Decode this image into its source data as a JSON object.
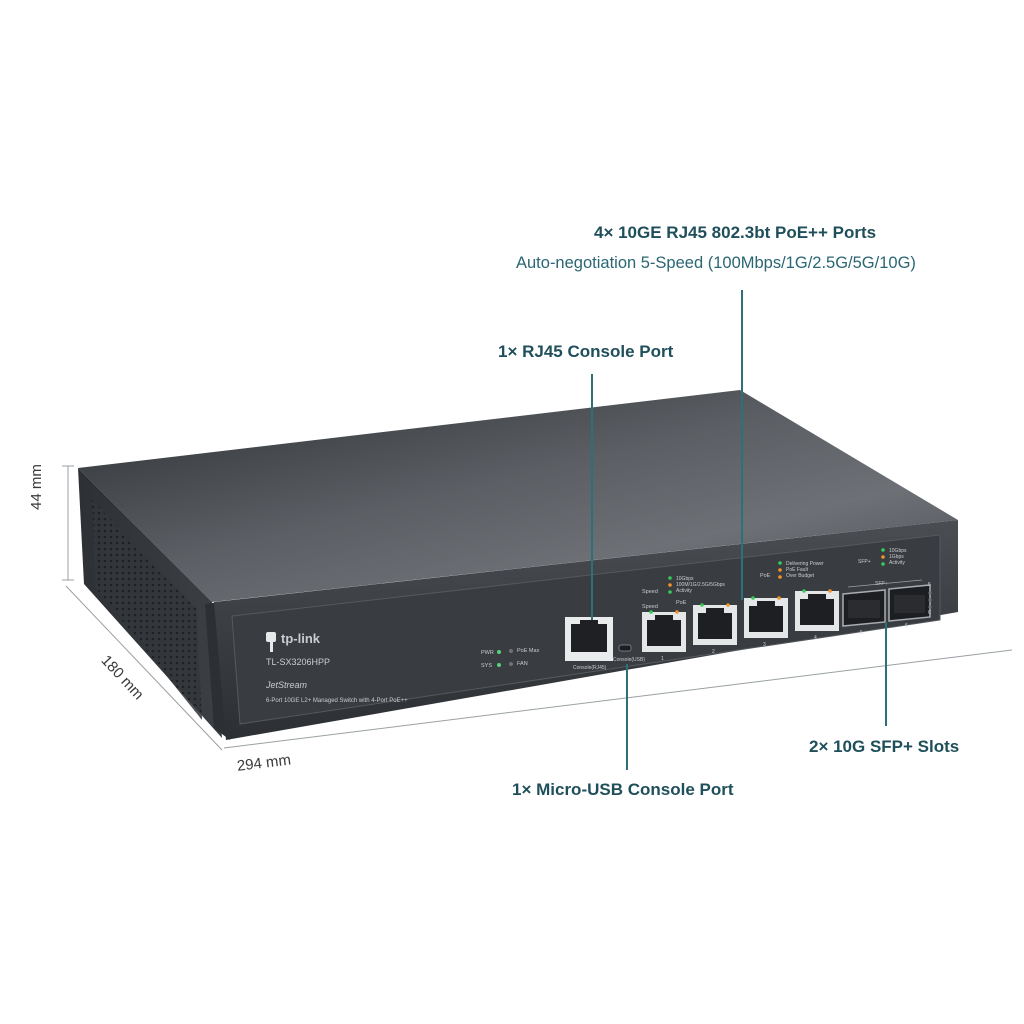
{
  "callouts": {
    "poe_ports": {
      "title": "4× 10GE RJ45 802.3bt PoE++ Ports",
      "subtitle": "Auto-negotiation 5-Speed (100Mbps/1G/2.5G/5G/10G)"
    },
    "console_rj45": {
      "title": "1× RJ45 Console Port"
    },
    "sfp_slots": {
      "title": "2× 10G SFP+ Slots"
    },
    "console_usb": {
      "title": "1× Micro-USB Console Port"
    }
  },
  "dimensions": {
    "height": "44 mm",
    "depth": "180 mm",
    "width": "294 mm"
  },
  "device": {
    "brand": "tp-link",
    "model": "TL-SX3206HPP",
    "series": "JetStream",
    "description": "6-Port 10GE L2+ Managed Switch with 4-Port PoE++",
    "leds": {
      "pwr": "PWR",
      "sys": "SYS",
      "poe_max": "PoE Max",
      "fan": "FAN"
    },
    "console_rj45_label": "Console(RJ45)",
    "console_usb_label": "Console(USB)",
    "speed_legend": {
      "label": "Speed",
      "items": [
        "10Gbps",
        "100M/1G/2.5G/5Gbps",
        "Activity"
      ]
    },
    "poe_legend": {
      "label": "PoE",
      "items": [
        "Delivering Power",
        "PoE Fault",
        "Over Budget"
      ]
    },
    "sfp_legend": {
      "label": "SFP+",
      "items": [
        "10Gbps",
        "1Gbps",
        "Activity"
      ]
    },
    "port_led_labels": {
      "speed": "Speed",
      "poe": "PoE"
    },
    "sfp_group_label": "SFP+",
    "port_numbers": [
      "1",
      "2",
      "3",
      "4",
      "5",
      "6"
    ],
    "sfp_led_numbers": [
      "5",
      "6"
    ]
  },
  "colors": {
    "accent": "#1f4f5a",
    "led_green": "#37c95a",
    "led_orange": "#f0932a",
    "chassis": "#3b3e42"
  }
}
